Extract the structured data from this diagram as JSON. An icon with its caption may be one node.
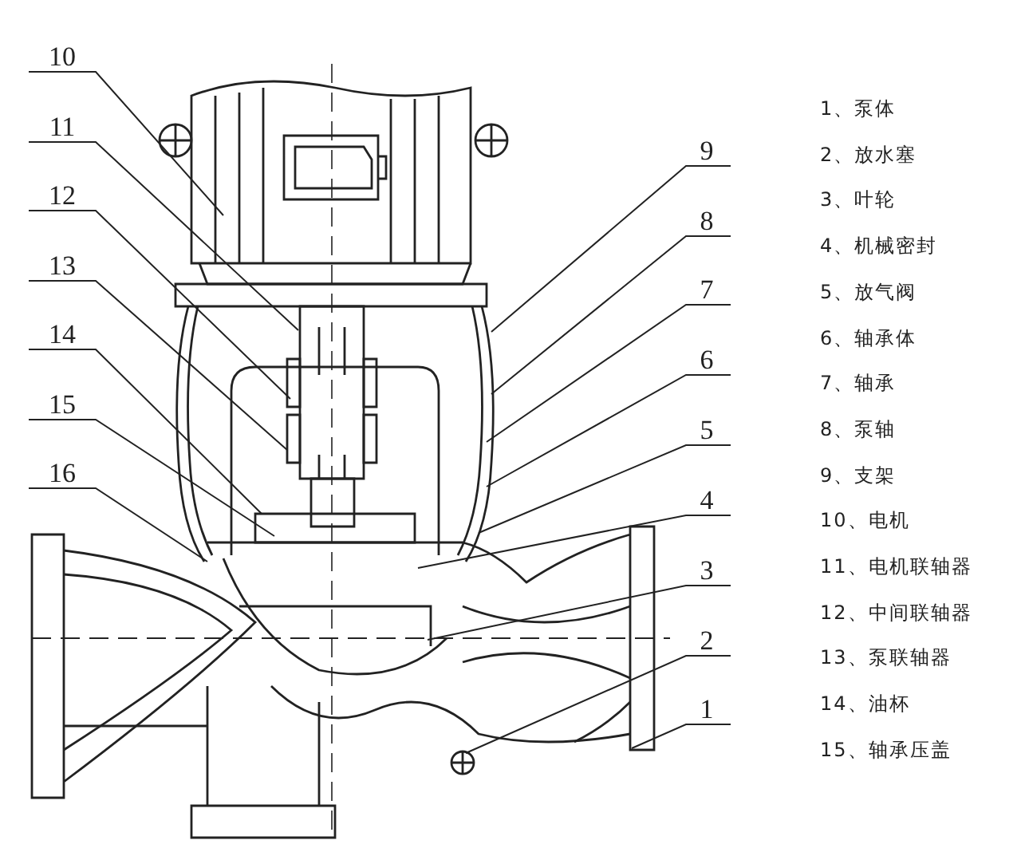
{
  "diagram": {
    "nodes": [
      {
        "text": [
          "10"
        ]
      },
      {
        "text": [
          "11"
        ]
      },
      {
        "text": [
          "12"
        ]
      },
      {
        "text": [
          "13"
        ]
      },
      {
        "text": [
          "14"
        ]
      },
      {
        "text": [
          "15"
        ]
      },
      {
        "text": [
          "16"
        ]
      },
      {
        "text": [
          "9"
        ]
      },
      {
        "text": [
          "8"
        ]
      },
      {
        "text": [
          "7"
        ]
      },
      {
        "text": [
          "6"
        ]
      },
      {
        "text": [
          "5"
        ]
      },
      {
        "text": [
          "4"
        ]
      },
      {
        "text": [
          "3"
        ]
      },
      {
        "text": [
          "2"
        ]
      },
      {
        "text": [
          "1"
        ]
      }
    ],
    "edges": [
      {
        "from": 0,
        "to": null,
        "arrow": "none"
      },
      {
        "from": 1,
        "to": null,
        "arrow": "none"
      },
      {
        "from": 2,
        "to": null,
        "arrow": "none"
      },
      {
        "from": 3,
        "to": null,
        "arrow": "none"
      },
      {
        "from": 4,
        "to": null,
        "arrow": "none"
      },
      {
        "from": 5,
        "to": null,
        "arrow": "none"
      },
      {
        "from": 6,
        "to": null,
        "arrow": "none"
      },
      {
        "from": 7,
        "to": null,
        "arrow": "none"
      },
      {
        "from": 8,
        "to": null,
        "arrow": "none"
      },
      {
        "from": 9,
        "to": null,
        "arrow": "none"
      },
      {
        "from": 10,
        "to": null,
        "arrow": "none"
      },
      {
        "from": 11,
        "to": null,
        "arrow": "none"
      },
      {
        "from": 12,
        "to": null,
        "arrow": "none"
      },
      {
        "from": 13,
        "to": null,
        "arrow": "none"
      },
      {
        "from": 14,
        "to": null,
        "arrow": "none"
      },
      {
        "from": 15,
        "to": null,
        "arrow": "none"
      }
    ],
    "labels": [
      "1、泵体",
      "2、放水塞",
      "3、叶轮",
      "4、机械密封",
      "5、放气阀",
      "6、轴承体",
      "7、轴承",
      "8、泵轴",
      "9、支架",
      "10、电机",
      "11、电机联轴器",
      "12、中间联轴器",
      "13、泵联轴器",
      "14、油杯",
      "15、轴承压盖"
    ]
  }
}
